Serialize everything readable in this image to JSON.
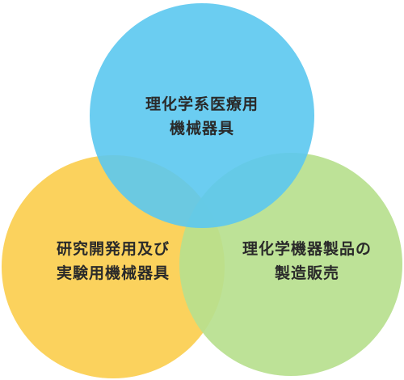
{
  "diagram": {
    "circles": [
      {
        "id": "top",
        "lines": [
          "理化学系医療用",
          "機械器具"
        ],
        "color": "#5bc8ef"
      },
      {
        "id": "left",
        "lines": [
          "研究開発用及び",
          "実験用機械器具"
        ],
        "color": "#fbd25d"
      },
      {
        "id": "right",
        "lines": [
          "理化学機器製品の",
          "製造販売"
        ],
        "color": "#b7df8e"
      }
    ],
    "overlap_colors": {
      "top_left": "#7cbf9c",
      "top_right": "#55c4c4",
      "left_right": "#e2cd52"
    }
  }
}
